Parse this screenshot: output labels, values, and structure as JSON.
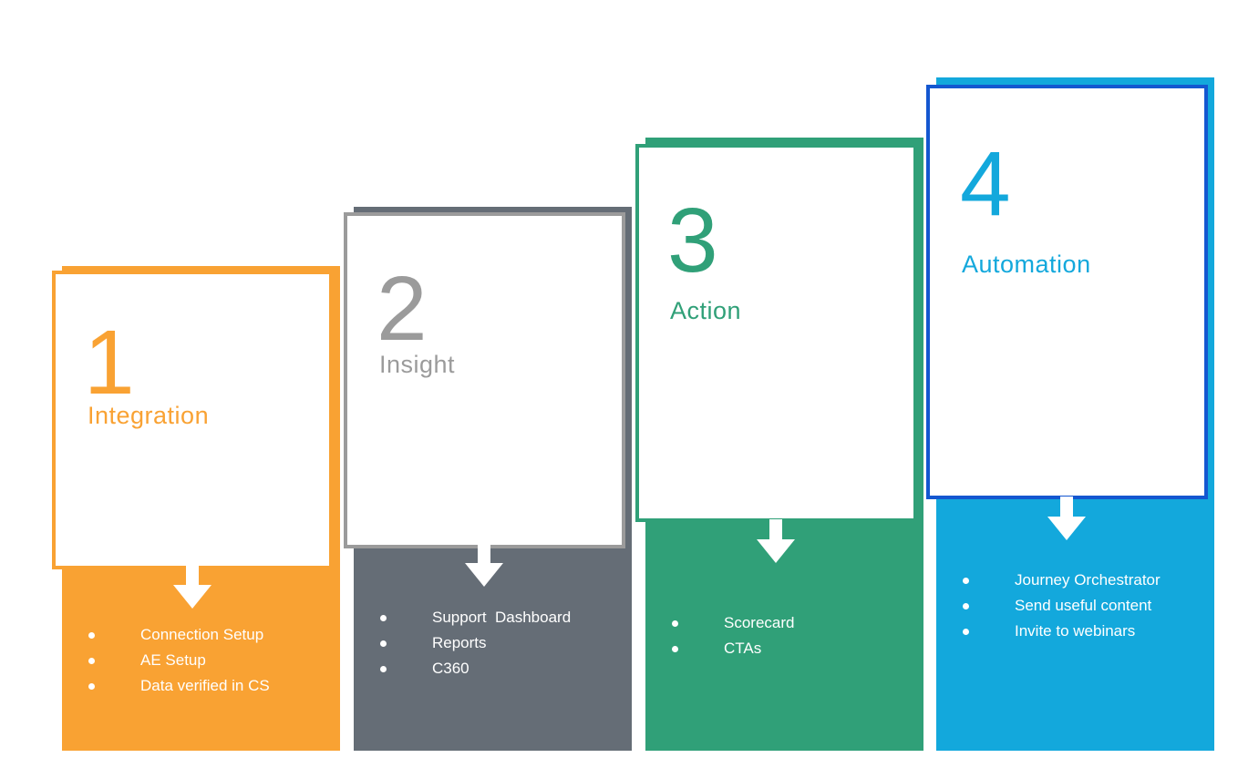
{
  "colors": {
    "integration": "#f9a233",
    "insight_bg": "#656d76",
    "insight_border": "#9b9b9b",
    "action": "#30a078",
    "automation_bg": "#13a8dc",
    "automation_border": "#1457d0"
  },
  "steps": [
    {
      "number": "1",
      "title": "Integration",
      "items": [
        "Connection Setup",
        "AE Setup",
        "Data verified in CS"
      ]
    },
    {
      "number": "2",
      "title": "Insight",
      "items": [
        "Support  Dashboard",
        "Reports",
        "C360"
      ]
    },
    {
      "number": "3",
      "title": "Action",
      "items": [
        "Scorecard",
        "CTAs"
      ]
    },
    {
      "number": "4",
      "title": "Automation",
      "items": [
        "Journey Orchestrator",
        "Send useful content",
        "Invite to webinars"
      ]
    }
  ]
}
